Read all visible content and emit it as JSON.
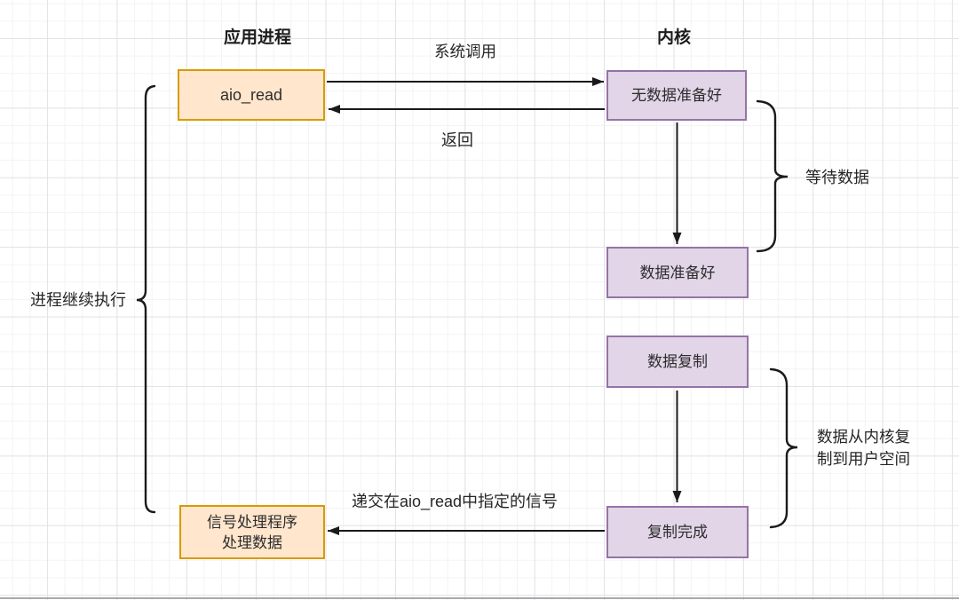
{
  "diagram": {
    "headers": {
      "left": "应用进程",
      "right": "内核"
    },
    "nodes": {
      "aio_read": {
        "label": "aio_read",
        "style": "orange"
      },
      "no_data_ready": {
        "label": "无数据准备好",
        "style": "purple"
      },
      "data_ready": {
        "label": "数据准备好",
        "style": "purple"
      },
      "data_copy": {
        "label": "数据复制",
        "style": "purple"
      },
      "copy_done": {
        "label": "复制完成",
        "style": "purple"
      },
      "signal_handler": {
        "label": "信号处理程序\n处理数据",
        "style": "orange"
      }
    },
    "edges": {
      "syscall": {
        "label": "系统调用"
      },
      "return": {
        "label": "返回"
      },
      "deliver_signal": {
        "label": "递交在aio_read中指定的信号"
      },
      "wait_arrow": {
        "label": ""
      },
      "copy_arrow": {
        "label": ""
      }
    },
    "braces": {
      "process_continues": {
        "label": "进程继续执行"
      },
      "wait_data": {
        "label": "等待数据"
      },
      "kernel_to_user": {
        "label": "数据从内核复\n制到用户空间"
      }
    },
    "colors": {
      "orange_fill": "#FFE6CC",
      "orange_stroke": "#D79B00",
      "purple_fill": "#E1D5E7",
      "purple_stroke": "#9673A6",
      "line": "#1a1a1a",
      "grid_minor": "#f3f3f6",
      "grid_major": "#e3e3e8"
    }
  }
}
